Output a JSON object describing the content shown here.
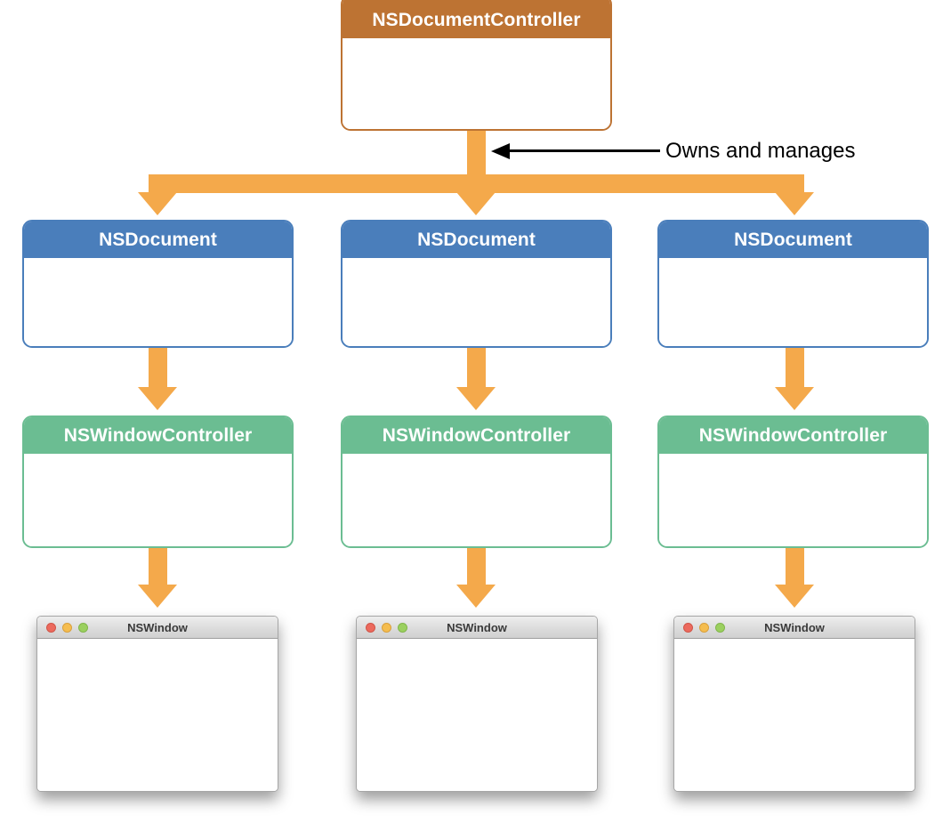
{
  "diagram": {
    "title": "NSDocumentController architecture",
    "colors": {
      "controller_header": "#bd7333",
      "document_header": "#4a7ebb",
      "windowcontroller_header": "#6bbd92",
      "arrow": "#f4a94b",
      "callout": "#000000",
      "window_titlebar": "#dcdcdc",
      "light_red": "#ec6a5e",
      "light_yellow": "#f5bd4f",
      "light_green": "#9bd05f"
    },
    "root": {
      "label": "NSDocumentController"
    },
    "callout": {
      "label": "Owns and manages"
    },
    "columns": [
      {
        "document": {
          "label": "NSDocument"
        },
        "window_controller": {
          "label": "NSWindowController"
        },
        "window": {
          "title": "NSWindow"
        }
      },
      {
        "document": {
          "label": "NSDocument"
        },
        "window_controller": {
          "label": "NSWindowController"
        },
        "window": {
          "title": "NSWindow"
        }
      },
      {
        "document": {
          "label": "NSDocument"
        },
        "window_controller": {
          "label": "NSWindowController"
        },
        "window": {
          "title": "NSWindow"
        }
      }
    ],
    "window_lights": [
      "close",
      "minimize",
      "zoom"
    ]
  }
}
